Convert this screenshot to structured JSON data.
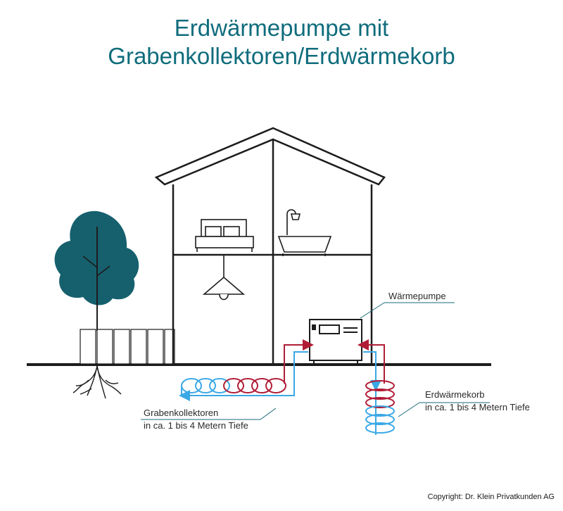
{
  "title": {
    "line1": "Erdwärmepumpe mit",
    "line2": "Grabenkollektoren/Erdwärmekorb"
  },
  "labels": {
    "heatpump": "Wärmepumpe",
    "graben_line1": "Grabenkollektoren",
    "graben_line2": "in ca. 1 bis 4 Metern Tiefe",
    "korb_line1": "Erdwärmekorb",
    "korb_line2": "in ca. 1 bis 4 Metern Tiefe"
  },
  "copyright": "Copyright: Dr. Klein Privatkunden AG",
  "colors": {
    "title": "#0f6c7c",
    "outline": "#1c1c1c",
    "tree": "#16606e",
    "hot": "#b01c36",
    "cold": "#3aa8e6"
  },
  "icons": [
    "tree-icon",
    "fence-icon",
    "bed-icon",
    "sink-icon",
    "lamp-icon",
    "heatpump-icon",
    "roots-icon"
  ]
}
